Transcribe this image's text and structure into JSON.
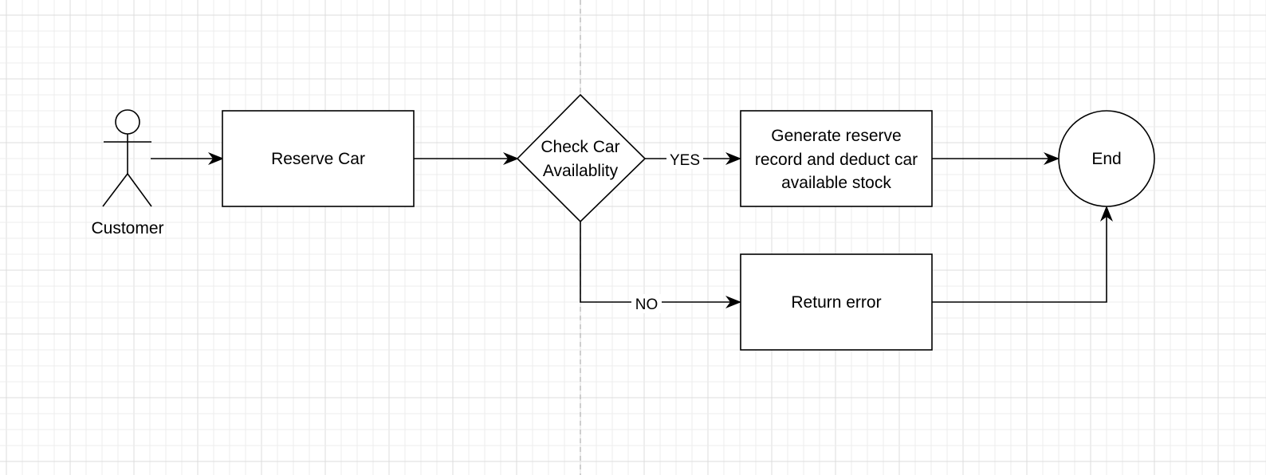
{
  "nodes": {
    "actor": {
      "label": "Customer"
    },
    "reserve": {
      "label": "Reserve Car"
    },
    "check": {
      "lines": [
        "Check Car",
        "Availablity"
      ]
    },
    "generate": {
      "lines": [
        "Generate reserve",
        "record and deduct car",
        "available stock"
      ]
    },
    "error": {
      "label": "Return error"
    },
    "end": {
      "label": "End"
    }
  },
  "edges": {
    "yes_label": "YES",
    "no_label": "NO"
  },
  "colors": {
    "grid_minor": "#ececec",
    "grid_major": "#dcdcdc",
    "page_break": "#bdbdbd",
    "stroke": "#000000",
    "fill": "#ffffff"
  }
}
